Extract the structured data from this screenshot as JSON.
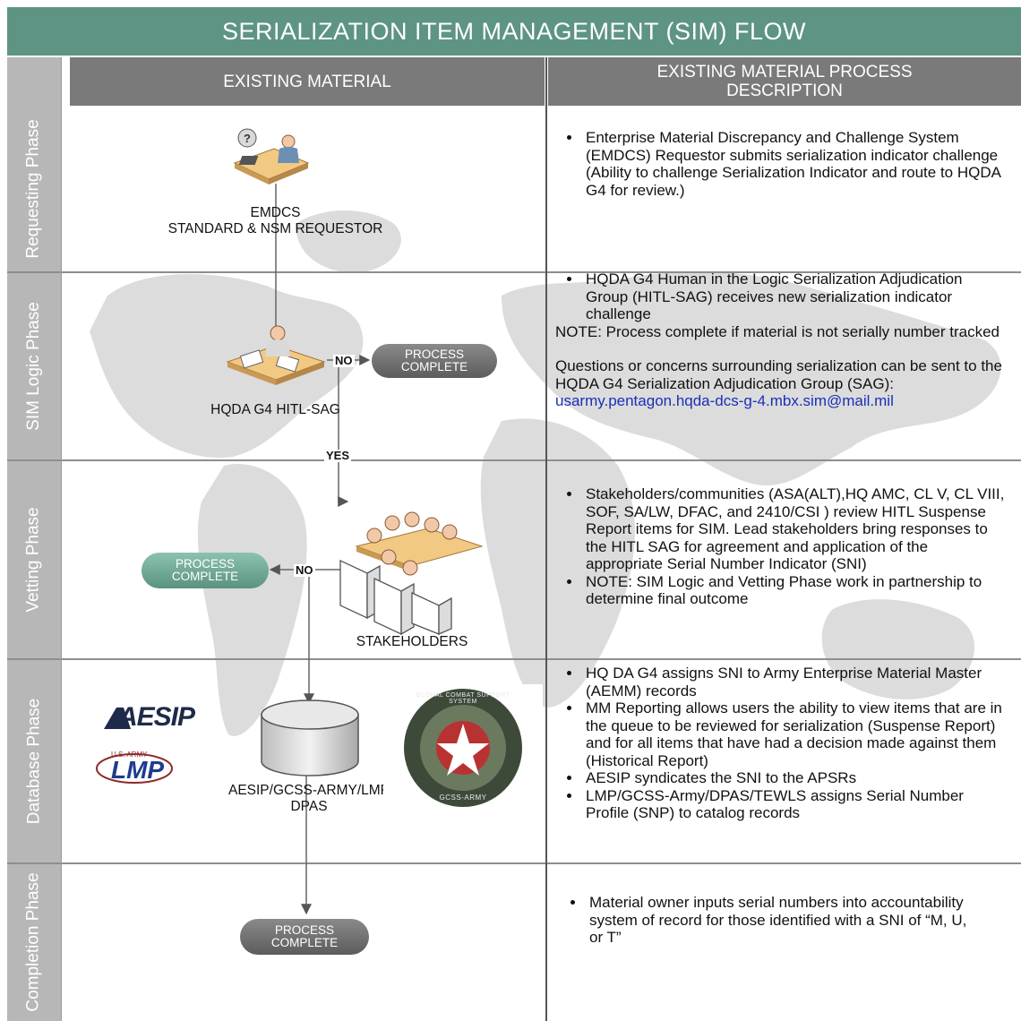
{
  "title": "SERIALIZATION ITEM MANAGEMENT (SIM) FLOW",
  "columns": {
    "left": "EXISTING MATERIAL",
    "right_line1": "EXISTING MATERIAL PROCESS",
    "right_line2": "DESCRIPTION"
  },
  "phases": [
    "Requesting Phase",
    "SIM Logic Phase",
    "Vetting Phase",
    "Database Phase",
    "Completion Phase"
  ],
  "nodes": {
    "requestor_line1": "EMDCS",
    "requestor_line2": "STANDARD & NSM REQUESTOR",
    "hitl_sag": "HQDA G4 HITL-SAG",
    "stakeholders": "STAKEHOLDERS",
    "database_line1": "AESIP/GCSS-ARMY/LMP",
    "database_line2": "DPAS",
    "process_line1": "PROCESS",
    "process_line2": "COMPLETE",
    "no": "NO",
    "yes": "YES",
    "aesip_logo": "AESIP",
    "lmp_logo": "LMP",
    "lmp_small": "U.S. ARMY",
    "gcss_logo_top": "GLOBAL COMBAT SUPPORT SYSTEM",
    "gcss_logo_bottom": "GCSS-ARMY"
  },
  "descriptions": {
    "requesting": [
      "Enterprise Material Discrepancy and Challenge System (EMDCS) Requestor submits serialization indicator challenge (Ability to challenge Serialization Indicator and route to HQDA G4 for review.)"
    ],
    "sim_logic_bullet": "HQDA G4 Human in the Logic Serialization Adjudication Group (HITL-SAG) receives new serialization indicator challenge",
    "sim_logic_note": "NOTE: Process complete if material is not serially number tracked",
    "sim_logic_questions": "Questions or concerns surrounding serialization can be sent to the HQDA G4 Serialization Adjudication Group (SAG):",
    "sim_logic_email": "usarmy.pentagon.hqda-dcs-g-4.mbx.sim@mail.mil",
    "vetting": [
      "Stakeholders/communities (ASA(ALT),HQ AMC, CL V, CL VIII, SOF, SA/LW, DFAC, and 2410/CSI ) review HITL Suspense Report items for SIM. Lead stakeholders bring responses to the HITL SAG for agreement and application of the appropriate Serial Number Indicator (SNI)",
      "NOTE: SIM Logic and Vetting Phase work in partnership to determine final outcome"
    ],
    "database": [
      "HQ DA G4 assigns SNI to Army Enterprise Material Master (AEMM) records",
      "MM Reporting allows users the ability to view items that are in the queue to be reviewed for serialization (Suspense Report) and for all items that have had a decision made against them (Historical Report)",
      "AESIP syndicates the SNI to the APSRs",
      "LMP/GCSS-Army/DPAS/TEWLS assigns Serial Number Profile (SNP) to catalog records"
    ],
    "completion": [
      "Material owner inputs serial numbers into accountability system of record for those identified with a SNI of “M, U, or T”"
    ]
  },
  "colors": {
    "title_bar": "#5e9484",
    "header_bar": "#7a7a7a",
    "sidebar": "#b7b7b7",
    "pill_gray": "#6e6e6e",
    "pill_green": "#74a996",
    "email_link": "#1a2fb8"
  },
  "icons": [
    "requestor-person-icon",
    "hitl-person-icon",
    "stakeholders-meeting-icon",
    "database-cylinder-icon",
    "world-map-background"
  ]
}
